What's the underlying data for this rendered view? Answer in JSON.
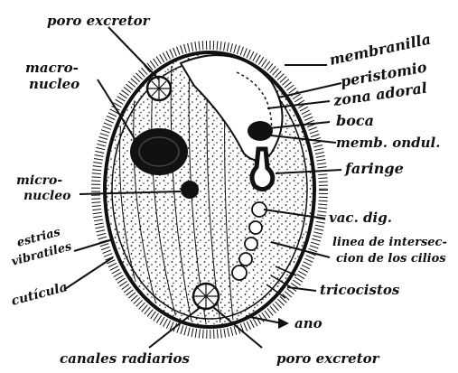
{
  "colors": {
    "ink": "#111111",
    "paper": "#ffffff"
  },
  "labels": {
    "poro_excretor_top": "poro excretor",
    "macronucleo_1": "macro-",
    "macronucleo_2": "nucleo",
    "micronucleo_1": "micro-",
    "micronucleo_2": "nucleo",
    "estrias_1": "estrias",
    "estrias_2": "vibratiles",
    "cuticula": "cutícula",
    "canales": "canales radiarios",
    "poro_excretor_bottom": "poro excretor",
    "ano": "ano",
    "tricocistos": "tricocistos",
    "linea_1": "linea de intersec-",
    "linea_2": "cion de los cilios",
    "vac_dig": "vac. dig.",
    "faringe": "faringe",
    "memb_ondul": "memb. ondul.",
    "boca": "boca",
    "zona_adoral": "zona adoral",
    "peristomio": "peristomio",
    "membranilla": "membranilla"
  }
}
